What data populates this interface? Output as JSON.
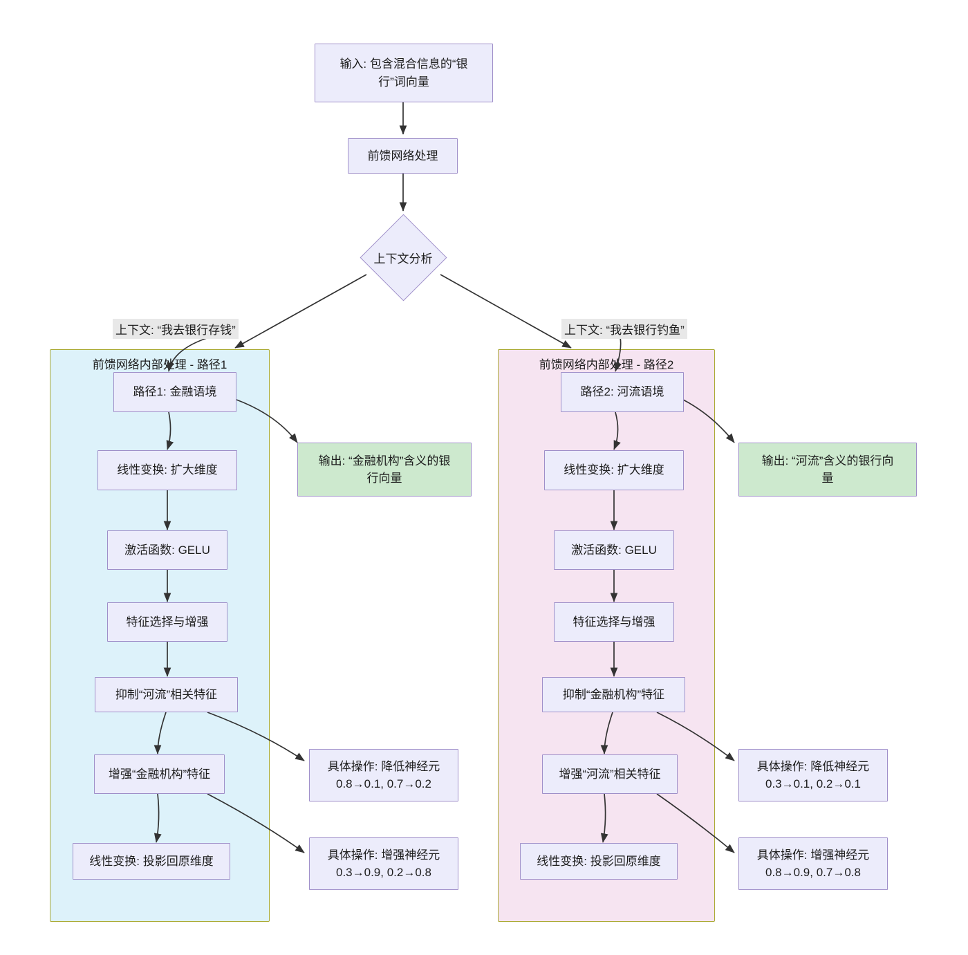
{
  "diagram": {
    "title": "前馈网络处理\"银行\"词向量的上下文消歧流程图",
    "type": "flowchart",
    "direction": "top-down",
    "colors": {
      "node_fill": "#ececfb",
      "node_border": "#9f8fc9",
      "output_fill": "#cde9ce",
      "subgraph_left_fill": "#ddf2fa",
      "subgraph_right_fill": "#f6e4f1",
      "subgraph_border": "#aaaa33",
      "edge_label_bg": "#e8e8e8",
      "edge_stroke": "#333333",
      "background": "#ffffff"
    }
  },
  "top": {
    "input": "输入: 包含混合信息的“银\n行”词向量",
    "ffn": "前馈网络处理",
    "decision": "上下文分析"
  },
  "edge_labels": {
    "left": "上下文: “我去银行存钱”",
    "right": "上下文: “我去银行钓鱼”"
  },
  "left_branch": {
    "subgraph_title": "前馈网络内部处理 - 路径1",
    "steps": [
      "路径1: 金融语境",
      "线性变换: 扩大维度",
      "激活函数: GELU",
      "特征选择与增强",
      "抑制“河流”相关特征",
      "增强“金融机构”特征",
      "线性变换: 投影回原维度"
    ],
    "output": "输出: “金融机构”含义的银\n行向量",
    "details": [
      "具体操作: 降低神经元\n0.8→0.1, 0.7→0.2",
      "具体操作: 增强神经元\n0.3→0.9, 0.2→0.8"
    ]
  },
  "right_branch": {
    "subgraph_title": "前馈网络内部处理 - 路径2",
    "steps": [
      "路径2: 河流语境",
      "线性变换: 扩大维度",
      "激活函数: GELU",
      "特征选择与增强",
      "抑制“金融机构”特征",
      "增强“河流”相关特征",
      "线性变换: 投影回原维度"
    ],
    "output": "输出: “河流”含义的银行向\n量",
    "details": [
      "具体操作: 降低神经元\n0.3→0.1, 0.2→0.1",
      "具体操作: 增强神经元\n0.8→0.9, 0.7→0.8"
    ]
  }
}
